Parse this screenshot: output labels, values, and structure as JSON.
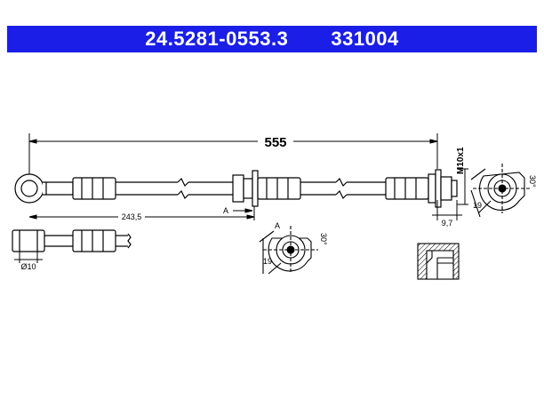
{
  "header": {
    "part_number": "24.5281-0553.3",
    "code": "331004",
    "accent_color": "#1a1ee6"
  },
  "dimensions": {
    "total_length": "555",
    "partial_length": "243,5",
    "thread": "M10x1",
    "fitting_length": "9,7",
    "eye_diameter": "Ø10",
    "view_marker": "A",
    "wrench_size": "19",
    "angle": "30°"
  }
}
